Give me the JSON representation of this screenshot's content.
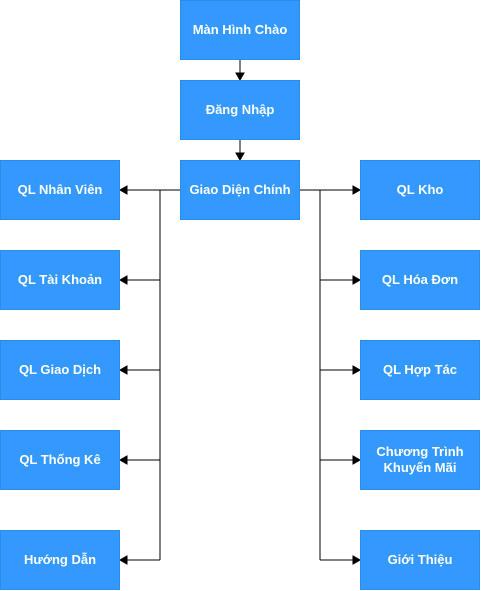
{
  "nodes": {
    "welcome": "Màn Hình Chào",
    "login": "Đăng Nhập",
    "main": "Giao Diện Chính",
    "employees": "QL Nhân Viên",
    "accounts": "QL Tài Khoản",
    "transactions": "QL Giao Dịch",
    "statistics": "QL Thống Kê",
    "guide": "Hướng Dẫn",
    "warehouse": "QL Kho",
    "invoices": "QL Hóa Đơn",
    "partners": "QL Hợp Tác",
    "promotions": "Chương Trình Khuyến Mãi",
    "about": "Giới Thiệu"
  },
  "colors": {
    "node_fill": "#3399ff",
    "node_text": "#ffffff",
    "connector": "#000000"
  }
}
